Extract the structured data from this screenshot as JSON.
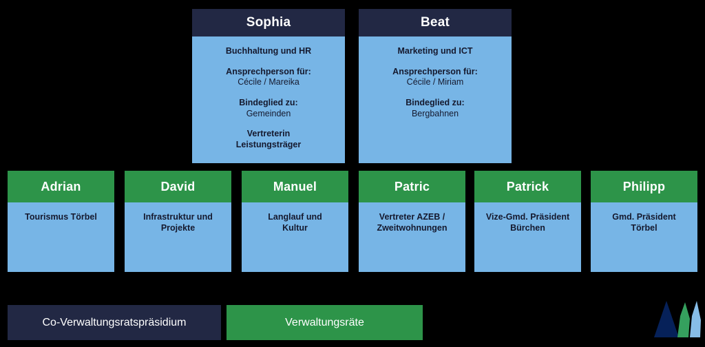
{
  "colors": {
    "background": "#000000",
    "navy": "#222844",
    "green": "#2d9449",
    "light_blue": "#77b5e6",
    "body_text": "#15192e",
    "header_text": "#ffffff",
    "logo_navy": "#062159",
    "logo_green": "#35a05e",
    "logo_blue": "#87bde8"
  },
  "co_presidency": [
    {
      "name": "Sophia",
      "domain": "Buchhaltung und HR",
      "blocks": [
        {
          "title": "Ansprechperson für:",
          "sub": "Cécile / Mareika"
        },
        {
          "title": "Bindeglied zu:",
          "sub": "Gemeinden"
        },
        {
          "title": "Vertreterin",
          "sub": "Leistungsträger"
        }
      ]
    },
    {
      "name": "Beat",
      "domain": "Marketing und ICT",
      "blocks": [
        {
          "title": "Ansprechperson für:",
          "sub": "Cécile / Miriam"
        },
        {
          "title": "Bindeglied zu:",
          "sub": "Bergbahnen"
        }
      ]
    }
  ],
  "board_members": [
    {
      "name": "Adrian",
      "role_line1": "Tourismus Törbel",
      "role_line2": ""
    },
    {
      "name": "David",
      "role_line1": "Infrastruktur und",
      "role_line2": "Projekte"
    },
    {
      "name": "Manuel",
      "role_line1": "Langlauf und",
      "role_line2": "Kultur"
    },
    {
      "name": "Patric",
      "role_line1": "Vertreter AZEB /",
      "role_line2": "Zweitwohnungen"
    },
    {
      "name": "Patrick",
      "role_line1": "Vize-Gmd. Präsident",
      "role_line2": "Bürchen"
    },
    {
      "name": "Philipp",
      "role_line1": "Gmd. Präsident",
      "role_line2": "Törbel"
    }
  ],
  "legend": {
    "co_presidency_label": "Co-Verwaltungsratspräsidium",
    "board_label": "Verwaltungsräte"
  }
}
